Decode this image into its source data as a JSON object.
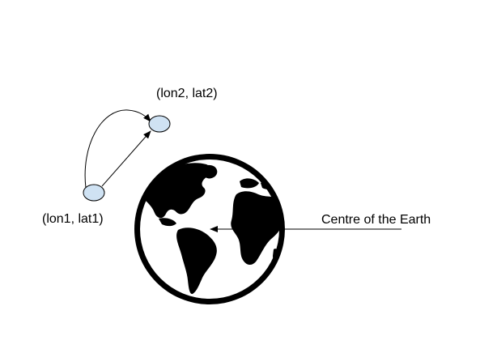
{
  "labels": {
    "point1": "(lon1, lat1)",
    "point2": "(lon2, lat2)",
    "centre": "Centre of the Earth"
  },
  "colors": {
    "point_fill": "#cfe2f3",
    "outline": "#000000",
    "background": "#ffffff",
    "land": "#000000"
  },
  "icons": {
    "earth": "earth-globe-icon"
  }
}
